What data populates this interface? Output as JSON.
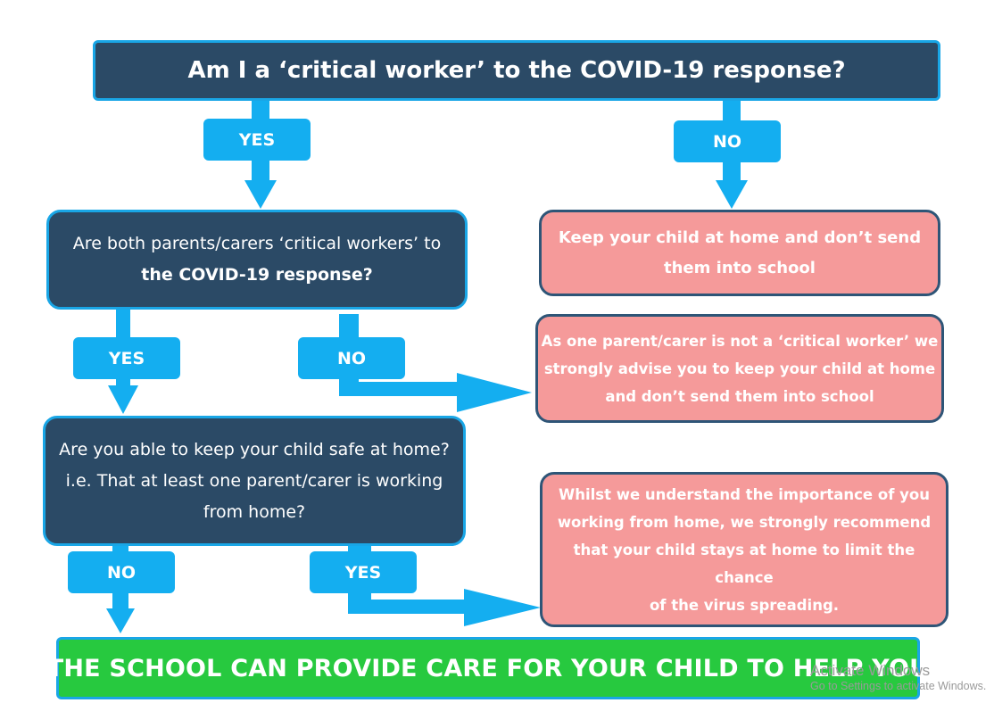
{
  "title": "Am I a ‘critical worker’ to the COVID-19 response?",
  "q2": {
    "line1": "Are both parents/carers ‘critical workers’ to",
    "line2": "the COVID-19 response?"
  },
  "q3": {
    "line1": "Are you able to keep your child safe at home?",
    "line2": "i.e. That at least one parent/carer is working",
    "line3": "from home?"
  },
  "outcome1": {
    "line1": "Keep your child at home and don’t send",
    "line2": "them into school"
  },
  "outcome2": {
    "line1": "As one parent/carer is not a ‘critical worker’ we",
    "line2": "strongly advise you to keep your child at home",
    "line3": "and don’t send them into school"
  },
  "outcome3": {
    "line1": "Whilst we understand the importance of you",
    "line2": "working from home, we strongly recommend",
    "line3": "that your child stays at home to limit the chance",
    "line4": "of the virus spreading."
  },
  "final": "THE SCHOOL CAN PROVIDE CARE FOR YOUR CHILD TO HELP YOU",
  "labels": {
    "yes": "YES",
    "no": "NO"
  },
  "watermark": {
    "line1": "Activate Windows",
    "line2": "Go to Settings to activate Windows."
  },
  "colors": {
    "dark_box": "#2b4a66",
    "accent_blue": "#14aef0",
    "pink_box": "#f59a9a",
    "green_box": "#27c93f"
  }
}
